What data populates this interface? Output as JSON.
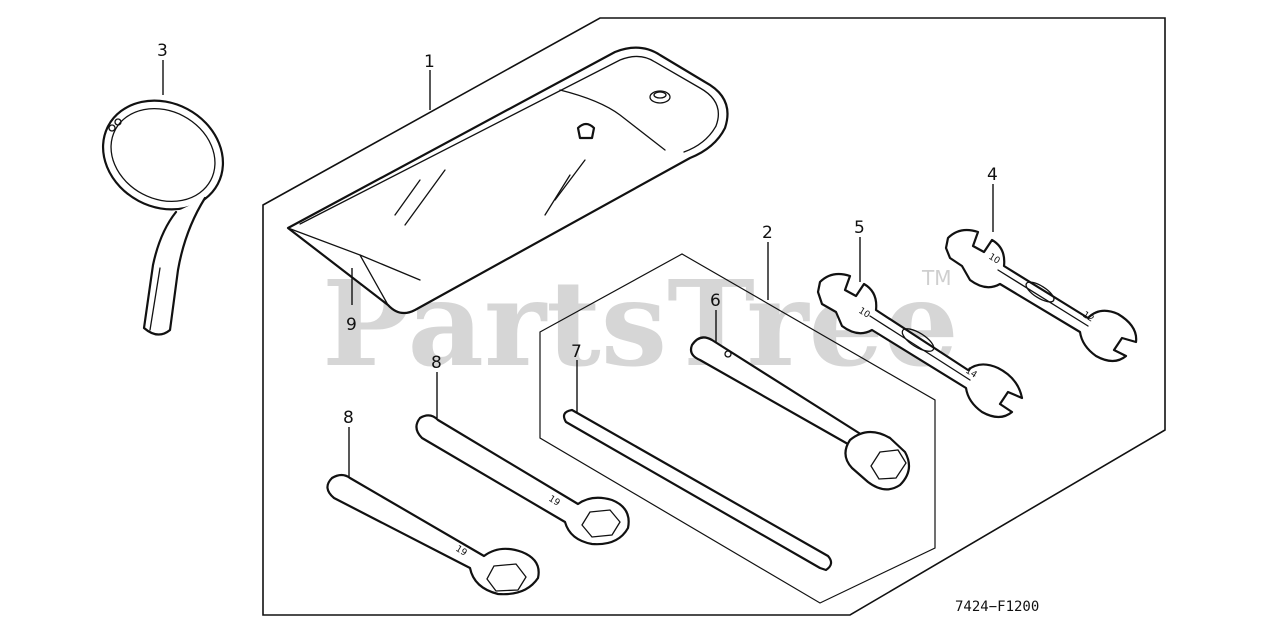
{
  "watermark": {
    "text": "PartsTree",
    "trademark": "TM"
  },
  "figure_code": "7424−F1200",
  "callouts": [
    {
      "id": "callout-1",
      "label": "1",
      "part": "tool-bag"
    },
    {
      "id": "callout-2",
      "label": "2",
      "part": "tool-set-group"
    },
    {
      "id": "callout-3",
      "label": "3",
      "part": "funnel"
    },
    {
      "id": "callout-4",
      "label": "4",
      "part": "wrench-10x12"
    },
    {
      "id": "callout-5",
      "label": "5",
      "part": "wrench-10x14"
    },
    {
      "id": "callout-6",
      "label": "6",
      "part": "plug-wrench"
    },
    {
      "id": "callout-7",
      "label": "7",
      "part": "bar"
    },
    {
      "id": "callout-8a",
      "label": "8",
      "part": "box-wrench-19"
    },
    {
      "id": "callout-8b",
      "label": "8",
      "part": "box-wrench-19"
    },
    {
      "id": "callout-9",
      "label": "9",
      "part": "tool-bag-band"
    }
  ],
  "stamps": {
    "wrench_4": [
      "10",
      "12"
    ],
    "wrench_5": [
      "10",
      "14"
    ],
    "box_wrench": "19"
  }
}
